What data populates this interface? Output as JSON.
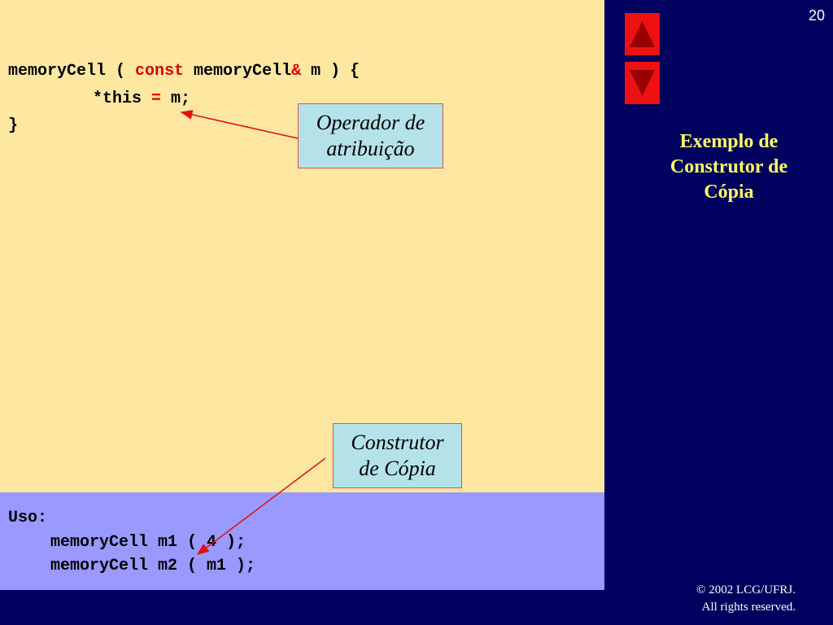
{
  "slide": {
    "page_number": "20",
    "title_lines": [
      "Exemplo de",
      "Construtor de",
      "Cópia"
    ]
  },
  "code": {
    "line1": {
      "part1": "memoryCell ( ",
      "kw_const": "const",
      "part2": " memoryCell",
      "amp": "&",
      "part3": " m ) {"
    },
    "line2": {
      "part1": "*this ",
      "op_eq": "=",
      "part2": " m;"
    },
    "line3": "}"
  },
  "usage": {
    "label": "Uso:",
    "line1": "memoryCell m1 ( 4 );",
    "line2": "memoryCell m2 ( m1 );"
  },
  "callouts": {
    "operador": [
      "Operador de",
      "atribuição"
    ],
    "construtor": [
      "Construtor",
      "de Cópia"
    ]
  },
  "navigation": {
    "up_icon": "triangle-up-icon",
    "down_icon": "triangle-down-icon"
  },
  "footer": {
    "copyright_line1": "© 2002 LCG/UFRJ.",
    "copyright_line2": "All rights reserved."
  },
  "colors": {
    "code_background": "#fde7a1",
    "usage_background": "#9999ff",
    "sidebar_background": "#00005e",
    "keyword_red": "#e00000",
    "title_yellow": "#ffff66",
    "callout_fill": "#b4e2e8",
    "arrow_red": "#e01010"
  }
}
